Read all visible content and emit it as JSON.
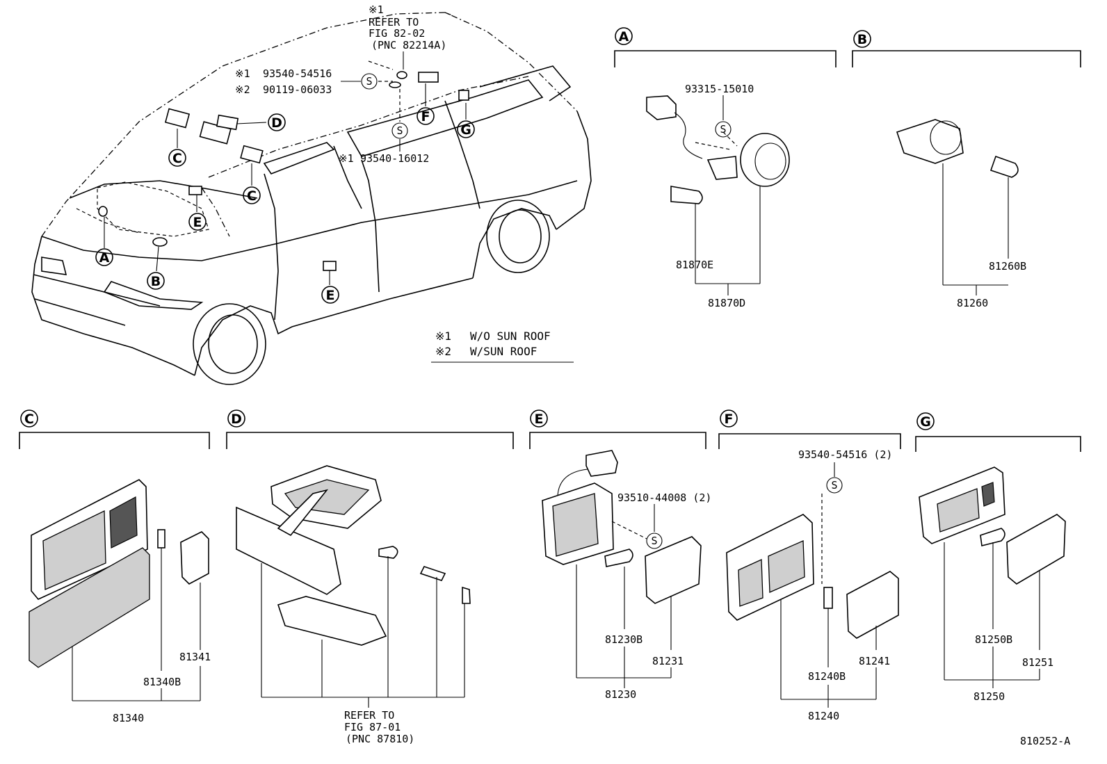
{
  "figure_id": "810252-A",
  "notes": {
    "refer_82": [
      "※1",
      "REFER TO",
      "FIG 82-02",
      "(PNC 82214A)"
    ],
    "refer_87": [
      "REFER TO",
      "FIG 87-01",
      "(PNC 87810)"
    ],
    "legend": [
      {
        "mark": "※1",
        "text": "W/O SUN ROOF"
      },
      {
        "mark": "※2",
        "text": "W/SUN ROOF"
      }
    ],
    "screw_callouts": [
      {
        "mark": "※1",
        "part": "93540-54516"
      },
      {
        "mark": "※2",
        "part": "90119-06033"
      },
      {
        "mark": "※1",
        "part": "93540-16012"
      }
    ]
  },
  "callout_letters": [
    "A",
    "B",
    "C",
    "D",
    "E",
    "F",
    "G"
  ],
  "screw_symbol": "S",
  "sections": {
    "A": {
      "letter": "A",
      "parts": [
        "93315-15010",
        "81870E",
        "81870D"
      ]
    },
    "B": {
      "letter": "B",
      "parts": [
        "81260B",
        "81260"
      ]
    },
    "C": {
      "letter": "C",
      "parts": [
        "81341",
        "81340B",
        "81340"
      ]
    },
    "D": {
      "letter": "D",
      "parts": []
    },
    "E": {
      "letter": "E",
      "parts": [
        "93510-44008 (2)",
        "81230B",
        "81231",
        "81230"
      ]
    },
    "F": {
      "letter": "F",
      "parts": [
        "93540-54516 (2)",
        "81241",
        "81240B",
        "81240"
      ]
    },
    "G": {
      "letter": "G",
      "parts": [
        "81250B",
        "81251",
        "81250"
      ]
    }
  }
}
